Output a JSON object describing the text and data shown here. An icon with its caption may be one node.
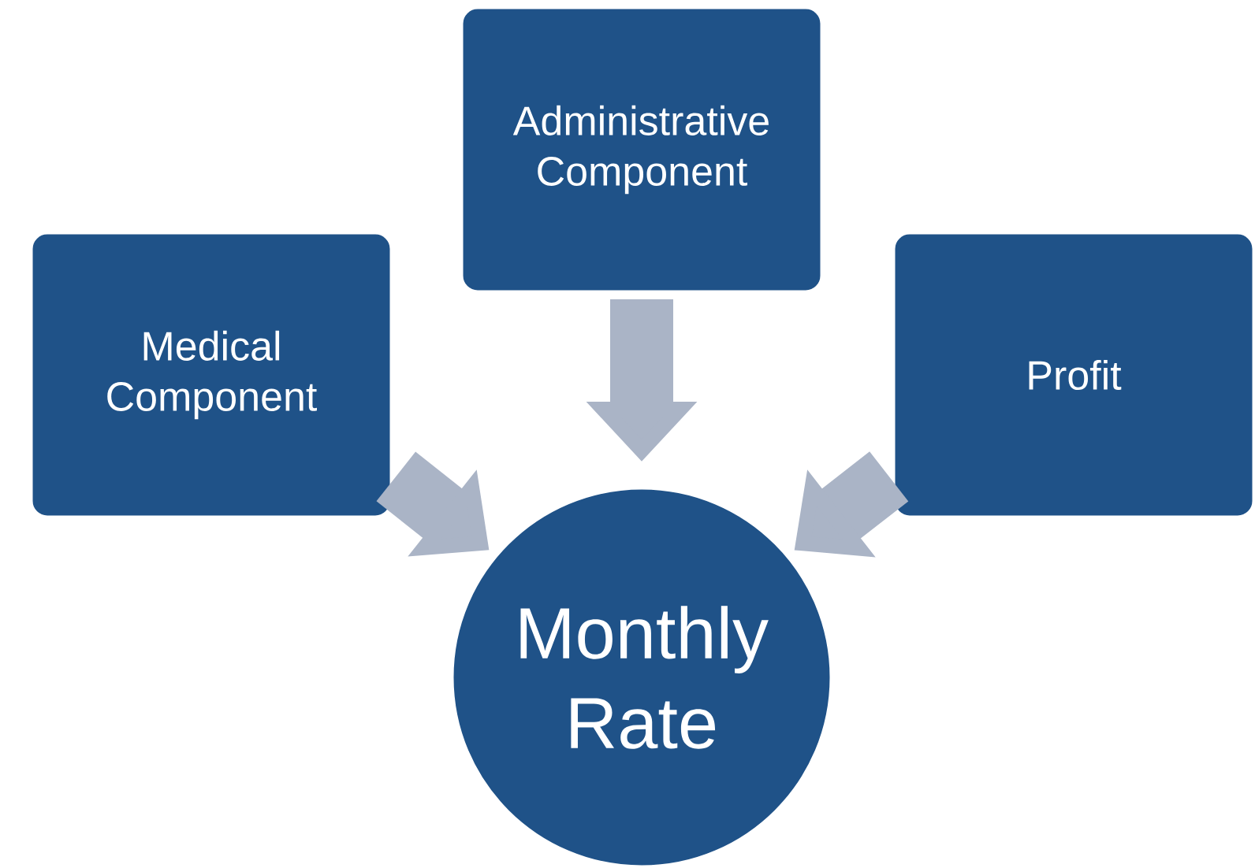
{
  "diagram": {
    "nodes": [
      {
        "text": [
          "Monthly Rate"
        ]
      },
      {
        "text": [
          "Medical Component"
        ]
      },
      {
        "text": [
          "Administrative Component"
        ]
      },
      {
        "text": [
          "Profit"
        ]
      }
    ],
    "edges": [
      {
        "from": 1,
        "to": 0,
        "arrow": "to"
      },
      {
        "from": 2,
        "to": 0,
        "arrow": "to"
      },
      {
        "from": 3,
        "to": 0,
        "arrow": "to"
      }
    ]
  }
}
